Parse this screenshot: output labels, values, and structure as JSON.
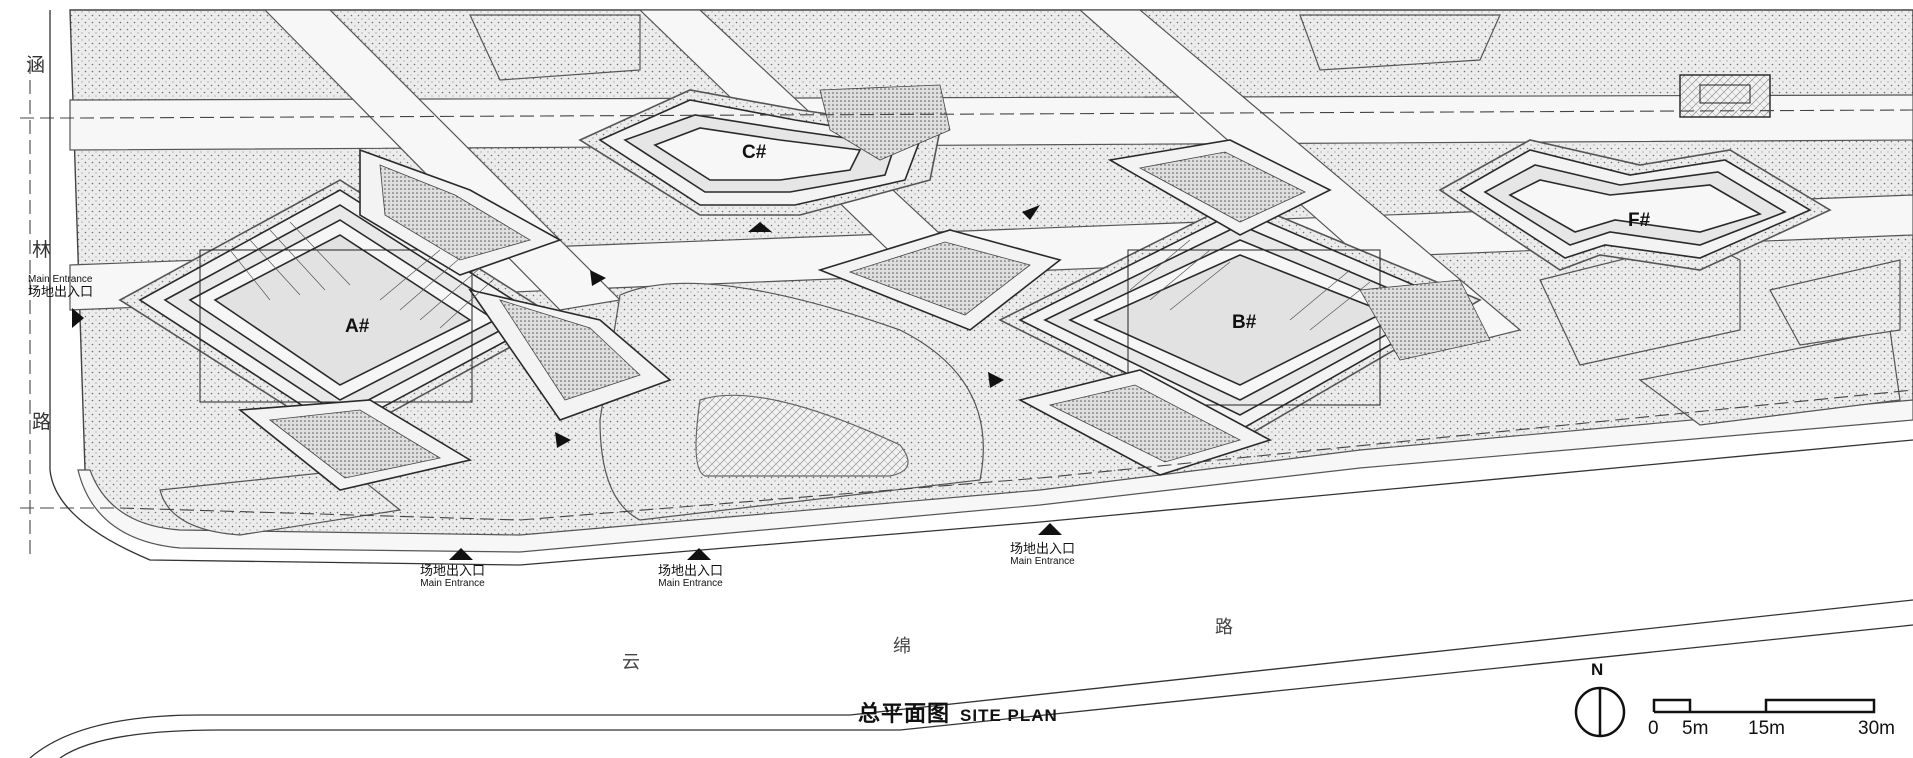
{
  "labels": {
    "left_road_chars": [
      "涵",
      "林",
      "路"
    ],
    "bottom_road_chars": [
      "云",
      "绵",
      "路"
    ],
    "buildings": [
      "A#",
      "B#",
      "C#",
      "F#"
    ],
    "entrance_cn": "场地出入口",
    "entrance_en": "Main Entrance",
    "title_cn": "总平面图",
    "title_en": "SITE PLAN",
    "north": "N",
    "scale_ticks": [
      "0",
      "5m",
      "15m",
      "30m"
    ]
  },
  "colors": {
    "site_fill": "#ebebeb",
    "road_fill": "#ffffff",
    "line": "#333333",
    "stipple": "#7a7a7a"
  }
}
